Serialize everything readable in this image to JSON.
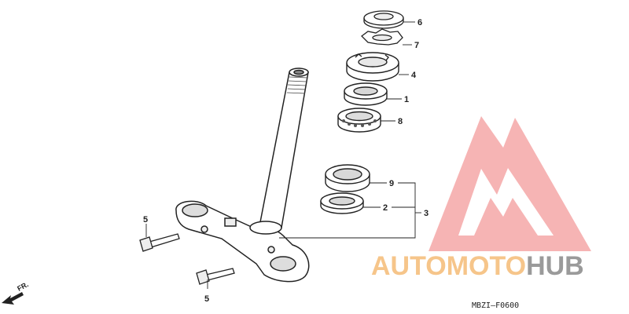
{
  "diagram": {
    "callouts": {
      "c6": "6",
      "c7": "7",
      "c4": "4",
      "c1": "1",
      "c8": "8",
      "c9": "9",
      "c2": "2",
      "c3": "3",
      "c5a": "5",
      "c5b": "5"
    },
    "direction_label": "FR.",
    "drawing_code": "MBZI–F0600"
  },
  "watermark": {
    "text_part1": "AUTOMOTO",
    "text_part2": "HUB",
    "colors": {
      "accent": "#f5a8a8",
      "orange": "#f6c58a",
      "gray": "#9a9a9a"
    }
  }
}
